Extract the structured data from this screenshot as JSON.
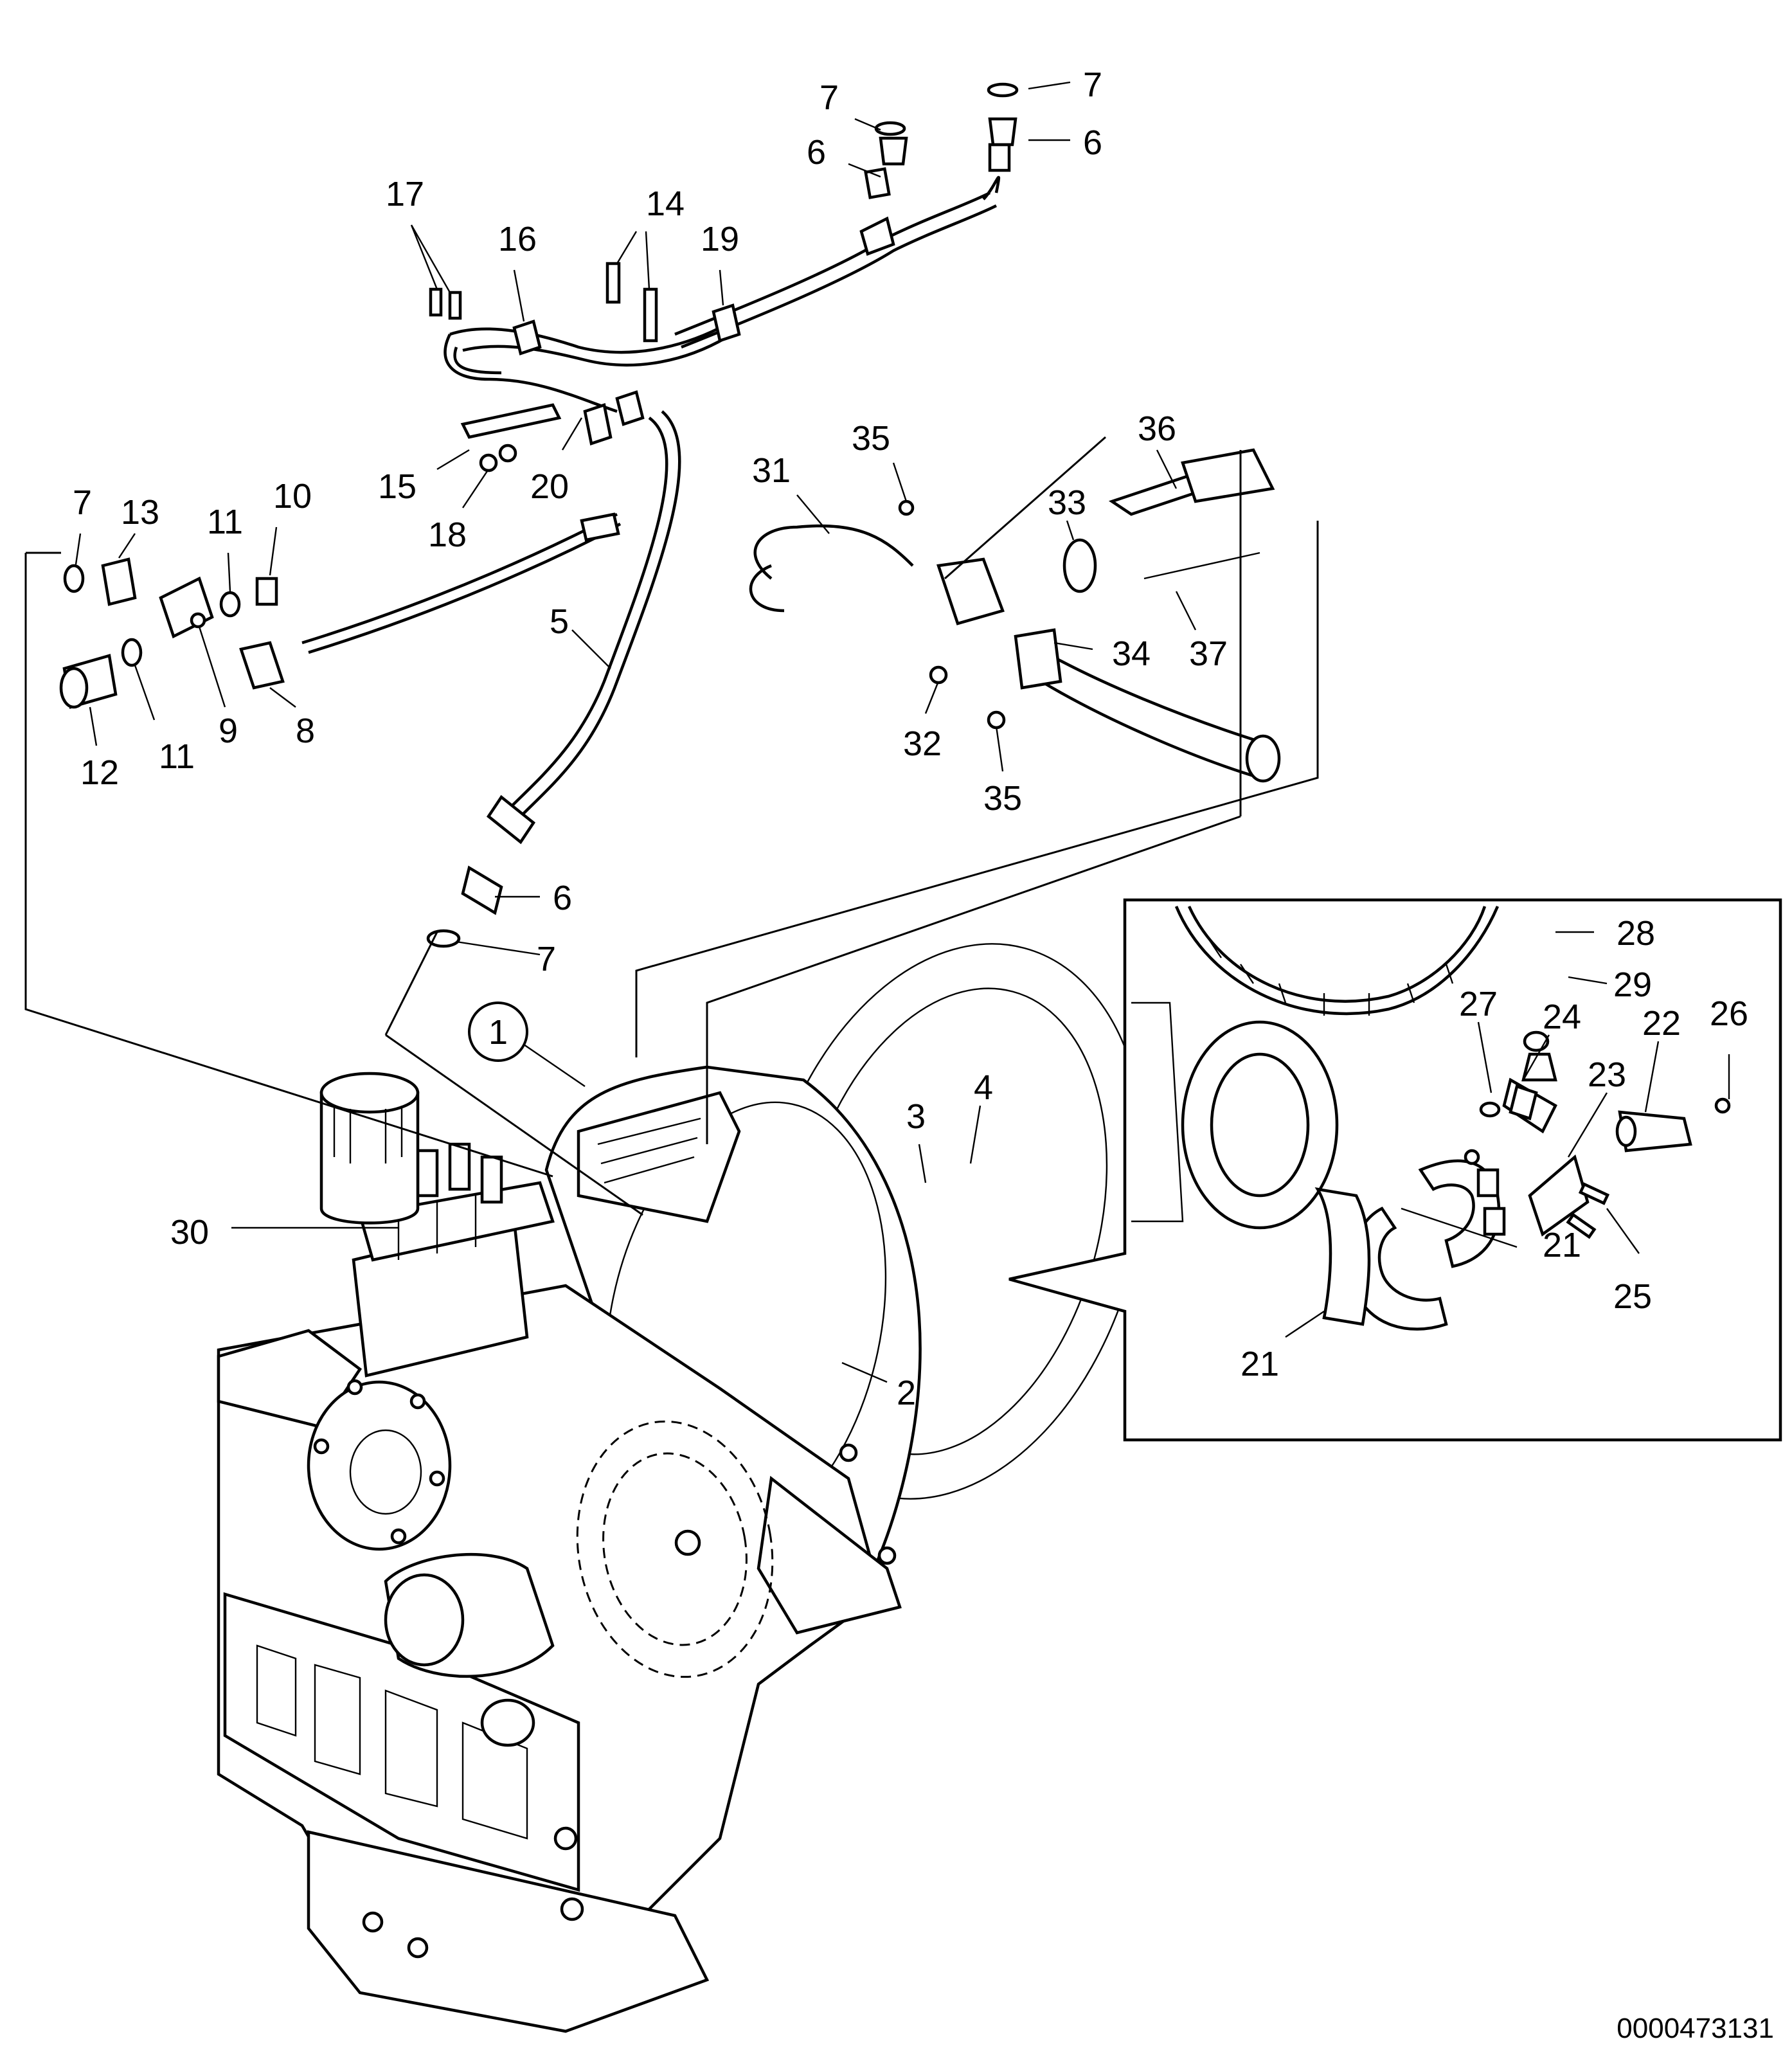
{
  "figure": {
    "document_number": "0000473131",
    "circled_label": "1",
    "labels": [
      "7",
      "7",
      "6",
      "6",
      "17",
      "14",
      "16",
      "19",
      "15",
      "20",
      "18",
      "7",
      "13",
      "11",
      "10",
      "12",
      "11",
      "9",
      "8",
      "5",
      "31",
      "35",
      "33",
      "36",
      "37",
      "34",
      "32",
      "35",
      "6",
      "7",
      "3",
      "4",
      "2",
      "30",
      "28",
      "29",
      "27",
      "24",
      "22",
      "26",
      "23",
      "25",
      "21",
      "21"
    ]
  }
}
